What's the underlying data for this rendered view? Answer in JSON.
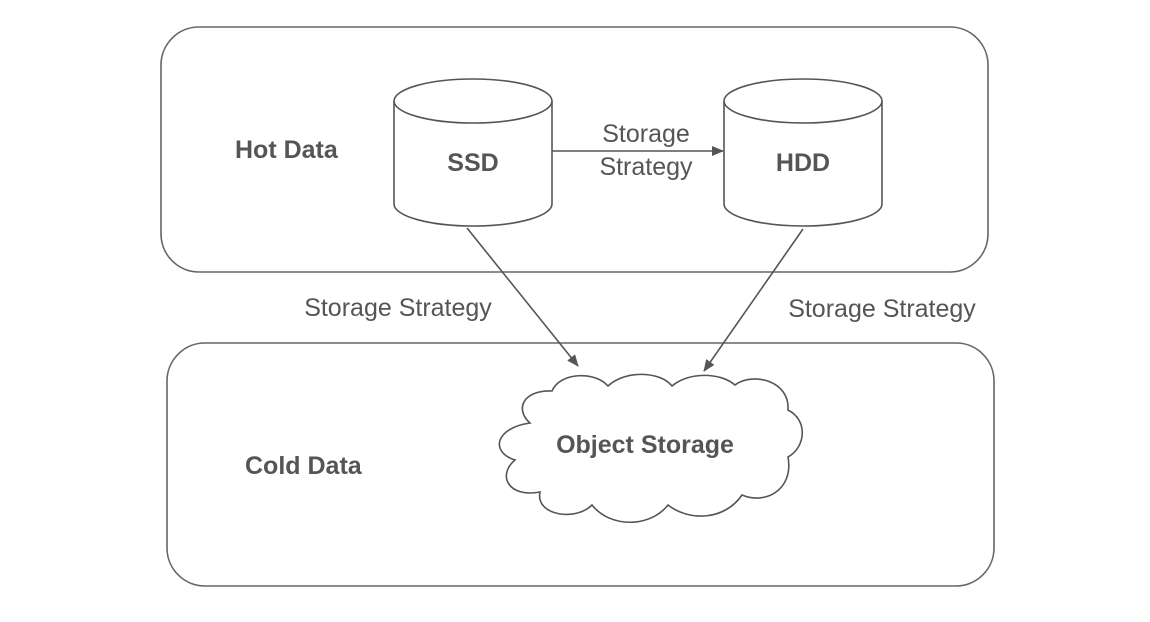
{
  "groups": {
    "hot": {
      "label": "Hot Data"
    },
    "cold": {
      "label": "Cold Data"
    }
  },
  "nodes": {
    "ssd": {
      "label": "SSD",
      "shape": "cylinder"
    },
    "hdd": {
      "label": "HDD",
      "shape": "cylinder"
    },
    "object_storage": {
      "label": "Object Storage",
      "shape": "cloud"
    }
  },
  "edges": {
    "ssd_to_hdd": {
      "from": "SSD",
      "to": "HDD",
      "label_line1": "Storage",
      "label_line2": "Strategy"
    },
    "ssd_to_object": {
      "from": "SSD",
      "to": "Object Storage",
      "label": "Storage Strategy"
    },
    "hdd_to_object": {
      "from": "HDD",
      "to": "Object Storage",
      "label": "Storage Strategy"
    }
  },
  "colors": {
    "stroke": "#555555",
    "text": "#555555",
    "background": "#ffffff"
  }
}
